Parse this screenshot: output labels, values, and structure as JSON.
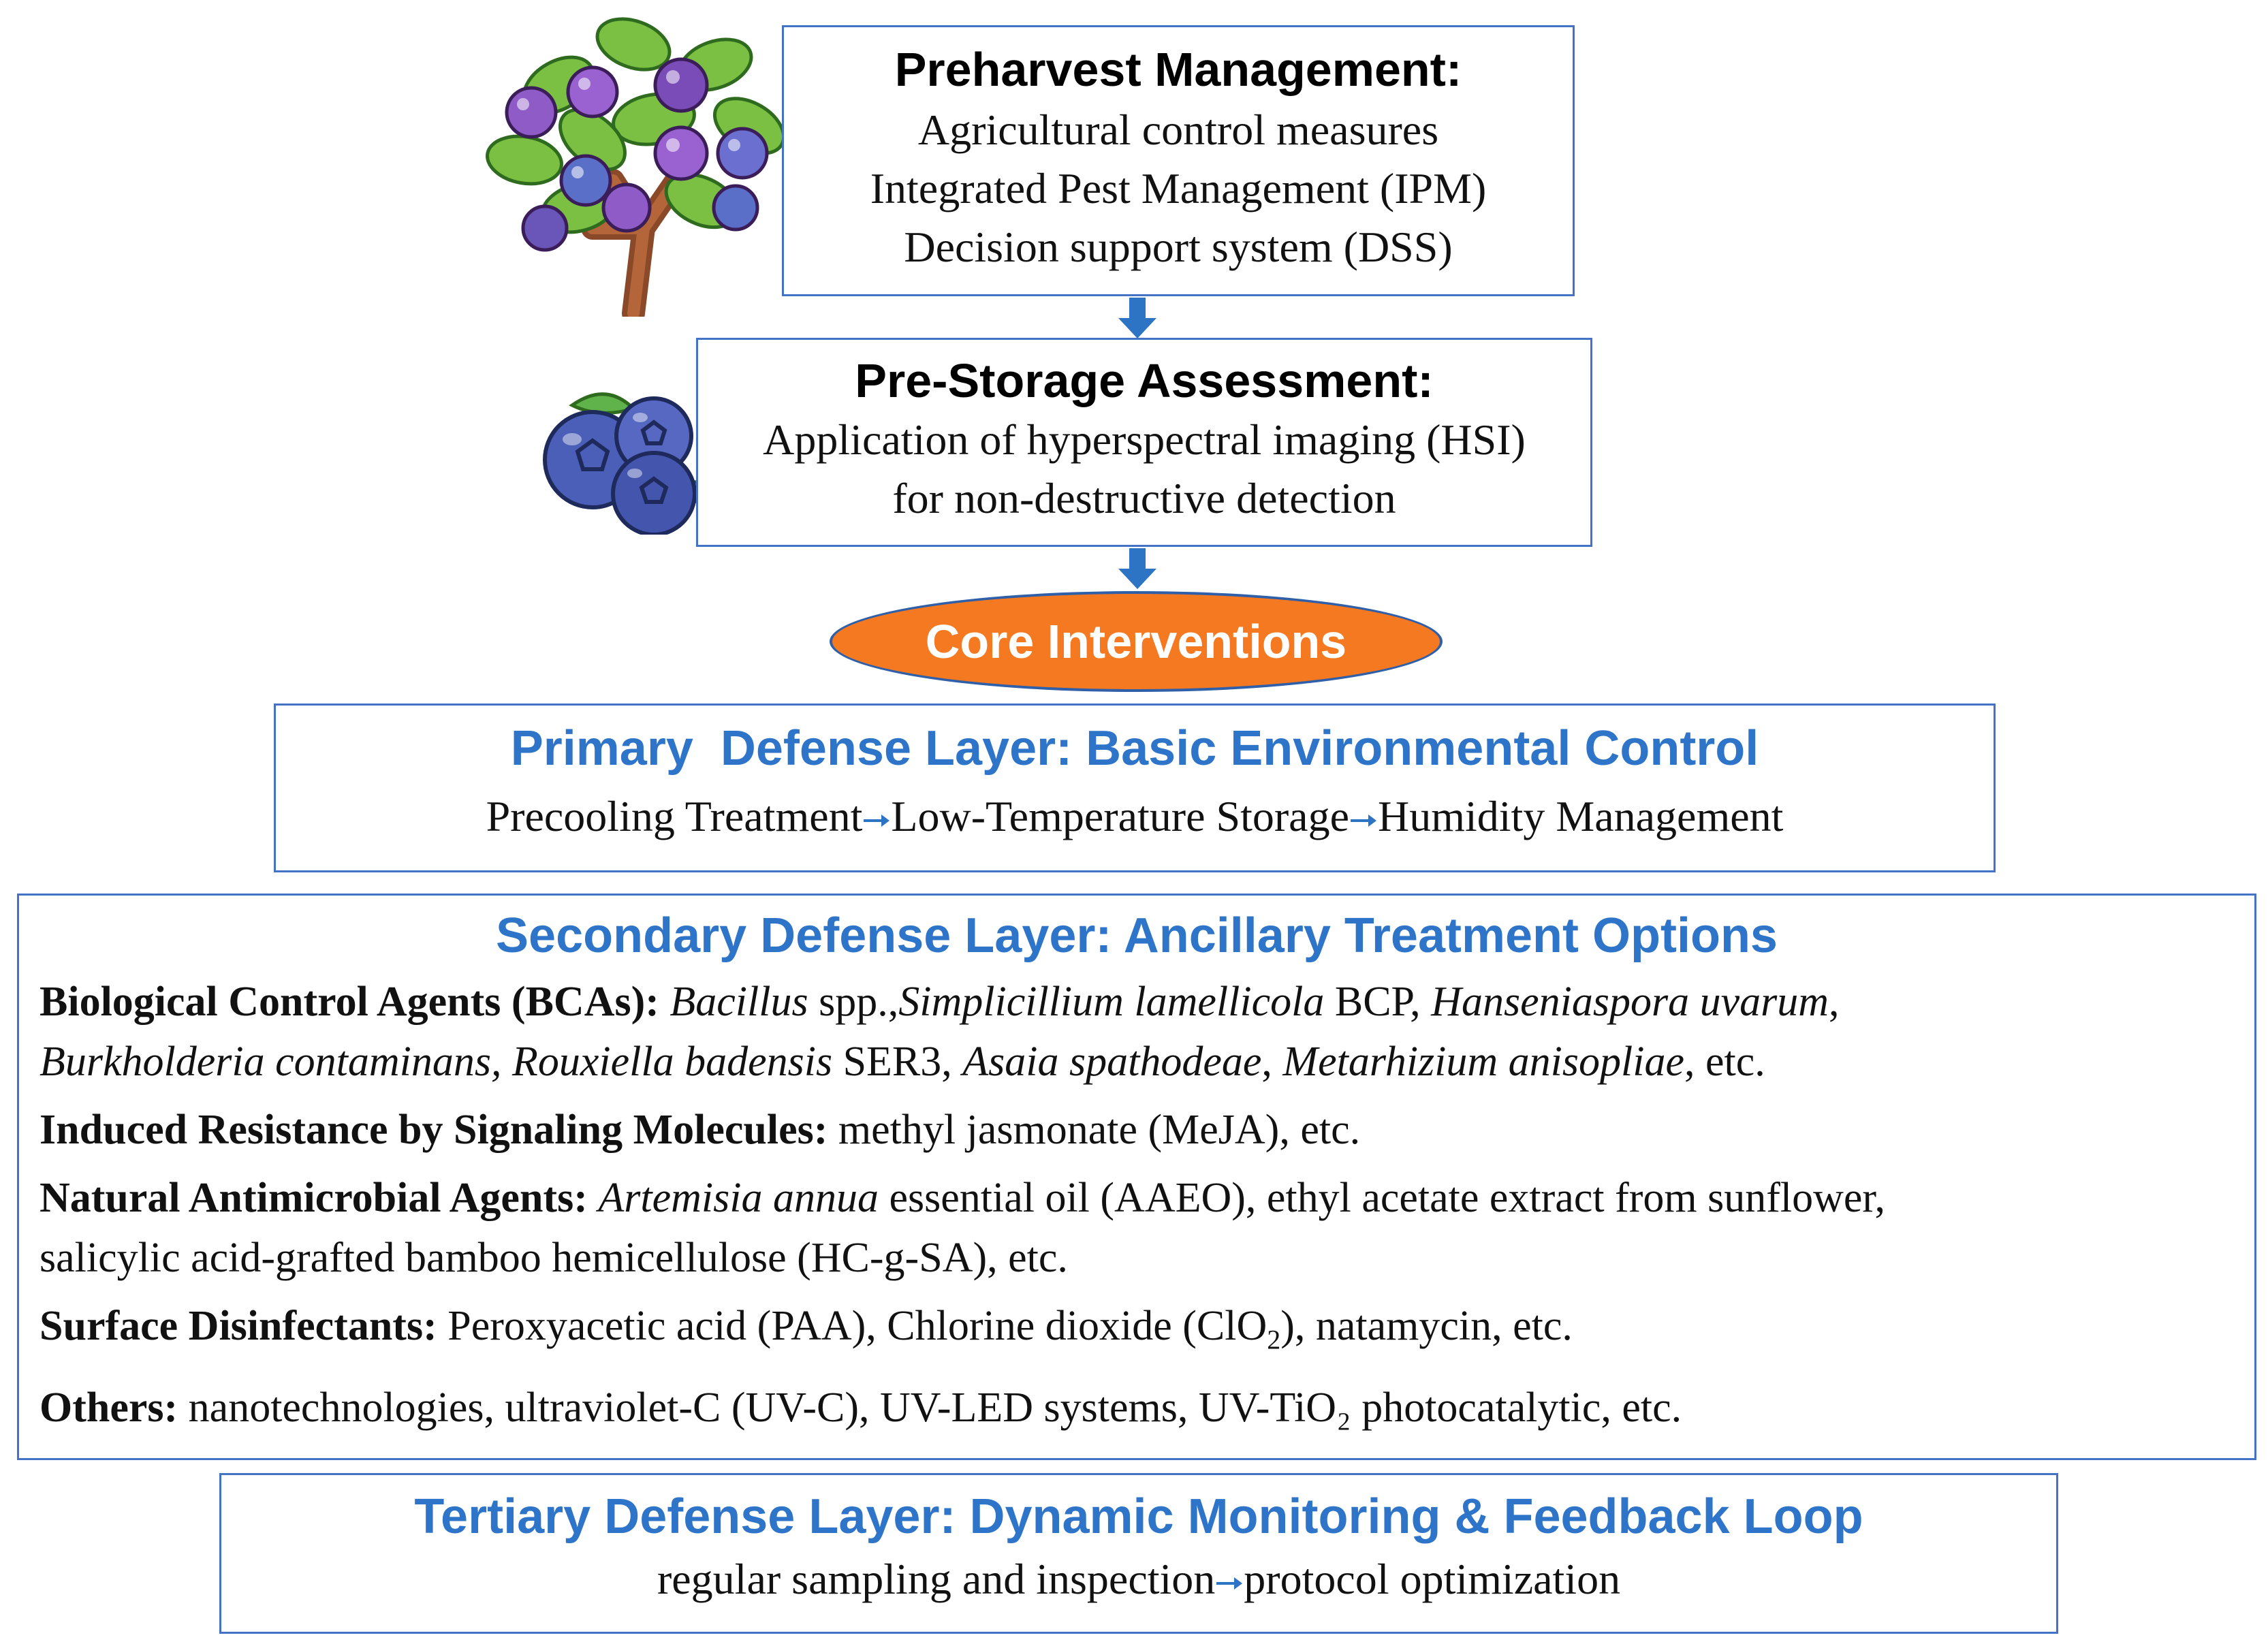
{
  "preharvest": {
    "title": "Preharvest Management:",
    "items": [
      "Agricultural control measures",
      "Integrated Pest Management (IPM)",
      "Decision support system (DSS)"
    ]
  },
  "prestorage": {
    "title": "Pre-Storage Assessment:",
    "lines": [
      "Application of hyperspectral imaging (HSI)",
      "for non-destructive detection"
    ]
  },
  "core": {
    "label": "Core Interventions"
  },
  "primary": {
    "title": "Primary  Defense Layer: Basic Environmental Control",
    "steps": [
      "Precooling Treatment",
      "Low-Temperature Storage",
      "Humidity Management"
    ]
  },
  "secondary": {
    "title": "Secondary Defense Layer: Ancillary Treatment Options",
    "bca_label": "Biological Control Agents (BCAs):",
    "bca_1_i": "Bacillus",
    "bca_1_t": " spp.,",
    "bca_2_i": "Simplicillium lamellicola",
    "bca_2_t": " BCP, ",
    "bca_3_i": "Hanseniaspora uvarum",
    "bca_3_t": ",",
    "bca_4_i": "Burkholderia contaminans, Rouxiella badensis",
    "bca_4_t": " SER3, ",
    "bca_5_i": "Asaia spathodeae",
    "bca_5_t": ", ",
    "bca_6_i": "Metarhizium anisopliae",
    "bca_6_t": ", etc.",
    "induced_label": "Induced Resistance by Signaling Molecules:",
    "induced_text": " methyl jasmonate (MeJA), etc.",
    "natural_label": "Natural Antimicrobial Agents:",
    "natural_i": "Artemisia annua",
    "natural_t1": " essential oil (AAEO), ethyl acetate extract from sunflower,",
    "natural_t2": "salicylic acid-grafted bamboo hemicellulose (HC-g-SA), etc.",
    "surface_label": "Surface Disinfectants:",
    "surface_t1": " Peroxyacetic acid (PAA), Chlorine dioxide (ClO",
    "surface_sub": "2",
    "surface_t2": "), natamycin, etc.",
    "others_label": "Others:",
    "others_text": " nanotechnologies, ultraviolet-C (UV-C), UV-LED systems, UV-TiO₂ photocatalytic, etc."
  },
  "tertiary": {
    "title": "Tertiary Defense Layer: Dynamic Monitoring & Feedback Loop",
    "steps": [
      "regular sampling and inspection",
      "protocol optimization"
    ]
  },
  "colors": {
    "border": "#4472c4",
    "heading_blue": "#2e75c9",
    "ellipse": "#f47920",
    "arrow": "#2e74c4"
  },
  "icons": [
    "blueberry-bush-icon",
    "blueberries-icon",
    "down-arrow-icon",
    "right-arrow-icon"
  ]
}
